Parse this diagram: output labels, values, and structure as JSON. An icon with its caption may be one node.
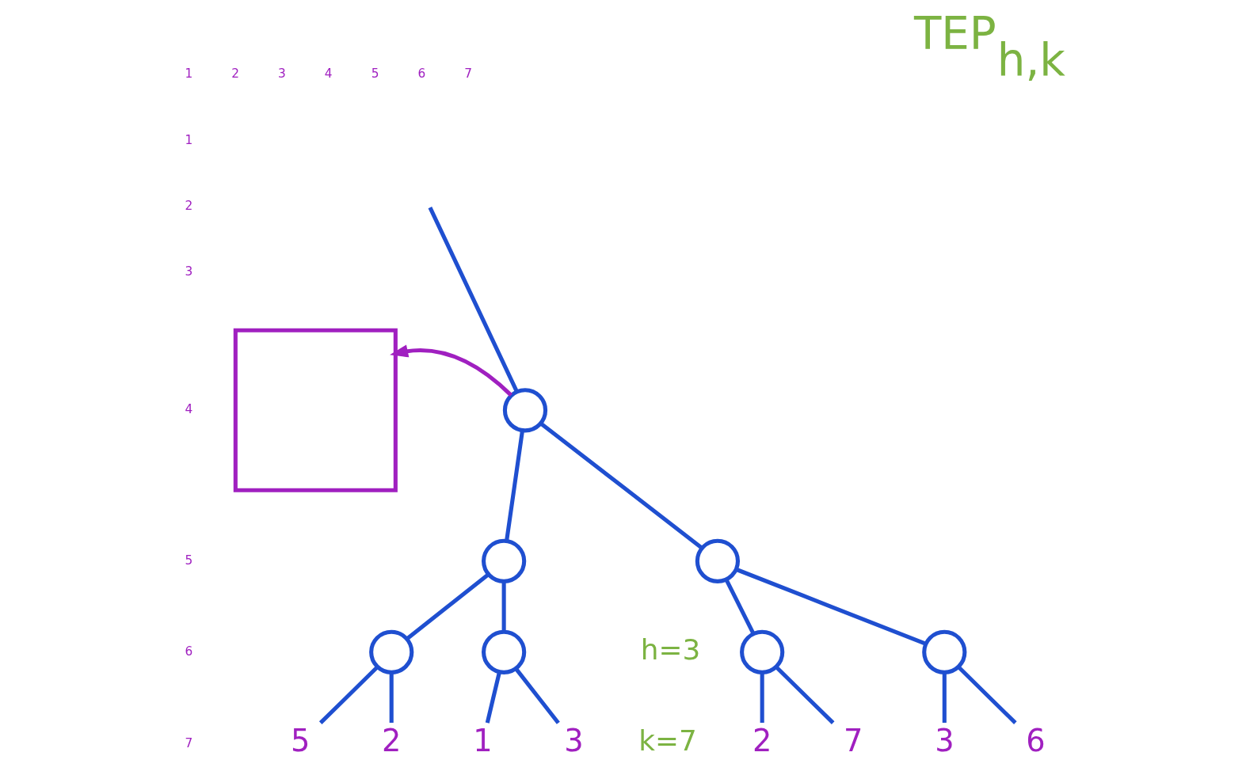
{
  "diagram": {
    "title": "TEP$_{h,k}$",
    "nodes": [
      {
        "text": [],
        "shape": "box"
      },
      {
        "text": [],
        "shape": "circle"
      },
      {
        "text": [],
        "shape": "circle"
      },
      {
        "text": [],
        "shape": "circle"
      },
      {
        "text": [],
        "shape": "circle"
      },
      {
        "text": [],
        "shape": "circle"
      },
      {
        "text": [],
        "shape": "circle"
      },
      {
        "text": [],
        "shape": "circle"
      },
      {
        "text": [
          "5"
        ]
      },
      {
        "text": [
          "2"
        ]
      },
      {
        "text": [
          "1"
        ]
      },
      {
        "text": [
          "3"
        ]
      },
      {
        "text": [
          "2"
        ]
      },
      {
        "text": [
          "7"
        ]
      },
      {
        "text": [
          "3"
        ]
      },
      {
        "text": [
          "6"
        ]
      }
    ],
    "edges": [
      {
        "from": 1,
        "to": 0,
        "arrow": "to",
        "color": "#a020c0"
      },
      {
        "from": null,
        "to": 1,
        "arrow": "none"
      },
      {
        "from": 1,
        "to": 2,
        "arrow": "none"
      },
      {
        "from": 1,
        "to": 3,
        "arrow": "none"
      },
      {
        "from": 2,
        "to": 4,
        "arrow": "none"
      },
      {
        "from": 2,
        "to": 5,
        "arrow": "none"
      },
      {
        "from": 3,
        "to": 6,
        "arrow": "none"
      },
      {
        "from": 3,
        "to": 7,
        "arrow": "none"
      },
      {
        "from": 4,
        "to": 8,
        "arrow": "none"
      },
      {
        "from": 4,
        "to": 9,
        "arrow": "none"
      },
      {
        "from": 5,
        "to": 10,
        "arrow": "none"
      },
      {
        "from": 5,
        "to": 11,
        "arrow": "none"
      },
      {
        "from": 6,
        "to": 12,
        "arrow": "none"
      },
      {
        "from": 6,
        "to": 13,
        "arrow": "none"
      },
      {
        "from": 7,
        "to": 14,
        "arrow": "none"
      },
      {
        "from": 7,
        "to": 15,
        "arrow": "none"
      }
    ],
    "labels": [
      "1",
      "2",
      "3",
      "4",
      "5",
      "6",
      "7",
      "1",
      "2",
      "3",
      "4",
      "5",
      "6",
      "7",
      "h=3",
      "k=7"
    ]
  }
}
